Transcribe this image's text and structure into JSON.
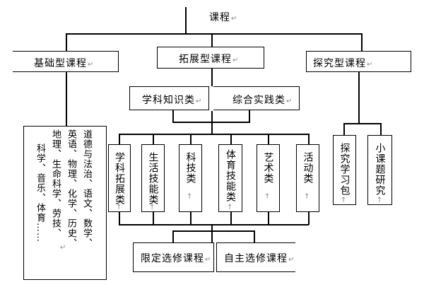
{
  "nodes": {
    "root": "课程",
    "basic": "基础型课程",
    "expand": "拓展型课程",
    "explore": "探究型课程",
    "knowledge": "学科知识类",
    "practice": "综合实践类",
    "subject_expand": "学科拓展类",
    "life_skills": "生活技能类",
    "tech": "科技类",
    "sports": "体育技能类",
    "art": "艺术类",
    "activity": "活动类",
    "explore_pack": "探究学习包",
    "small_project": "小课题研究",
    "limited_elective": "限定选修课程",
    "free_elective": "自主选修课程"
  },
  "basic_subjects": {
    "col1": "道德与法治、语文、数学、",
    "col2": "英语、物理、化学、历史、",
    "col3": "地理、生命科学、劳技、",
    "col4": "科学、音乐、体育……"
  },
  "marks": {
    "return": "↵",
    "up": "↑"
  }
}
